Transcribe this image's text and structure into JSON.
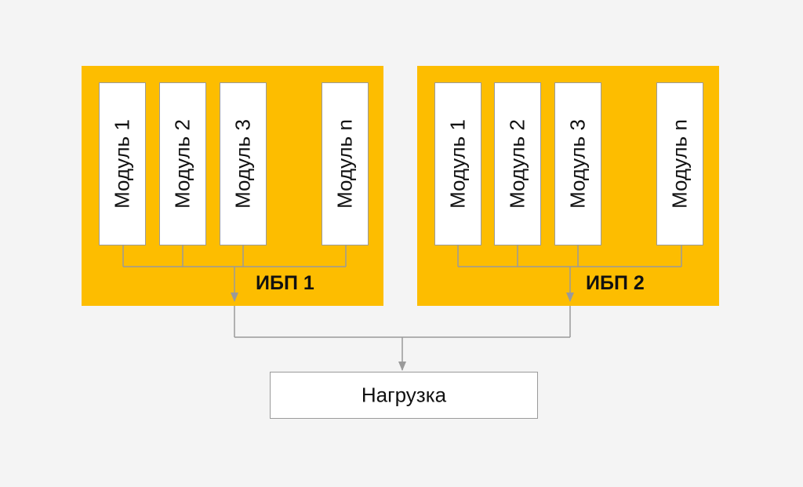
{
  "diagram": {
    "ups": [
      {
        "label": "ИБП 1",
        "modules": [
          "Модуль 1",
          "Модуль 2",
          "Модуль 3",
          "Модуль n"
        ]
      },
      {
        "label": "ИБП 2",
        "modules": [
          "Модуль 1",
          "Модуль 2",
          "Модуль 3",
          "Модуль n"
        ]
      }
    ],
    "load_label": "Нагрузка",
    "colors": {
      "ups_fill": "#fdbd00",
      "module_fill": "#ffffff",
      "border": "#9a9a9a",
      "wire": "#9a9a9a",
      "background": "#f4f4f4"
    }
  }
}
